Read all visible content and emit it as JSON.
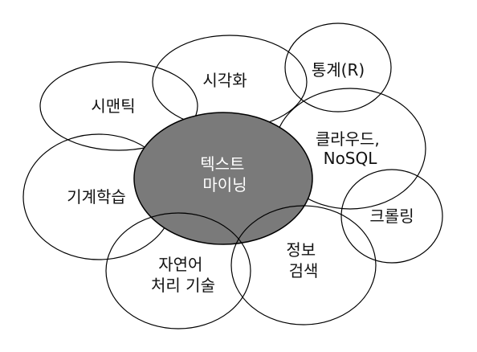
{
  "diagram": {
    "colors": {
      "stroke": "#000000",
      "center_fill": "#7a7a7a",
      "outer_fill": "none",
      "text": "#111111",
      "center_text": "#ffffff"
    },
    "nodes": {
      "semantics": {
        "lines": [
          "시맨틱"
        ]
      },
      "visualization": {
        "lines": [
          "시각화"
        ]
      },
      "statistics": {
        "lines": [
          "통계(R)"
        ]
      },
      "cloud": {
        "lines": [
          "클라우드,",
          "NoSQL"
        ]
      },
      "crawling": {
        "lines": [
          "크롤링"
        ]
      },
      "retrieval": {
        "lines": [
          "정보",
          "검색"
        ]
      },
      "nlp": {
        "lines": [
          "자연어",
          "처리 기술"
        ]
      },
      "ml": {
        "lines": [
          "기계학습"
        ]
      },
      "center": {
        "lines": [
          "텍스트",
          "마이닝"
        ]
      }
    }
  }
}
